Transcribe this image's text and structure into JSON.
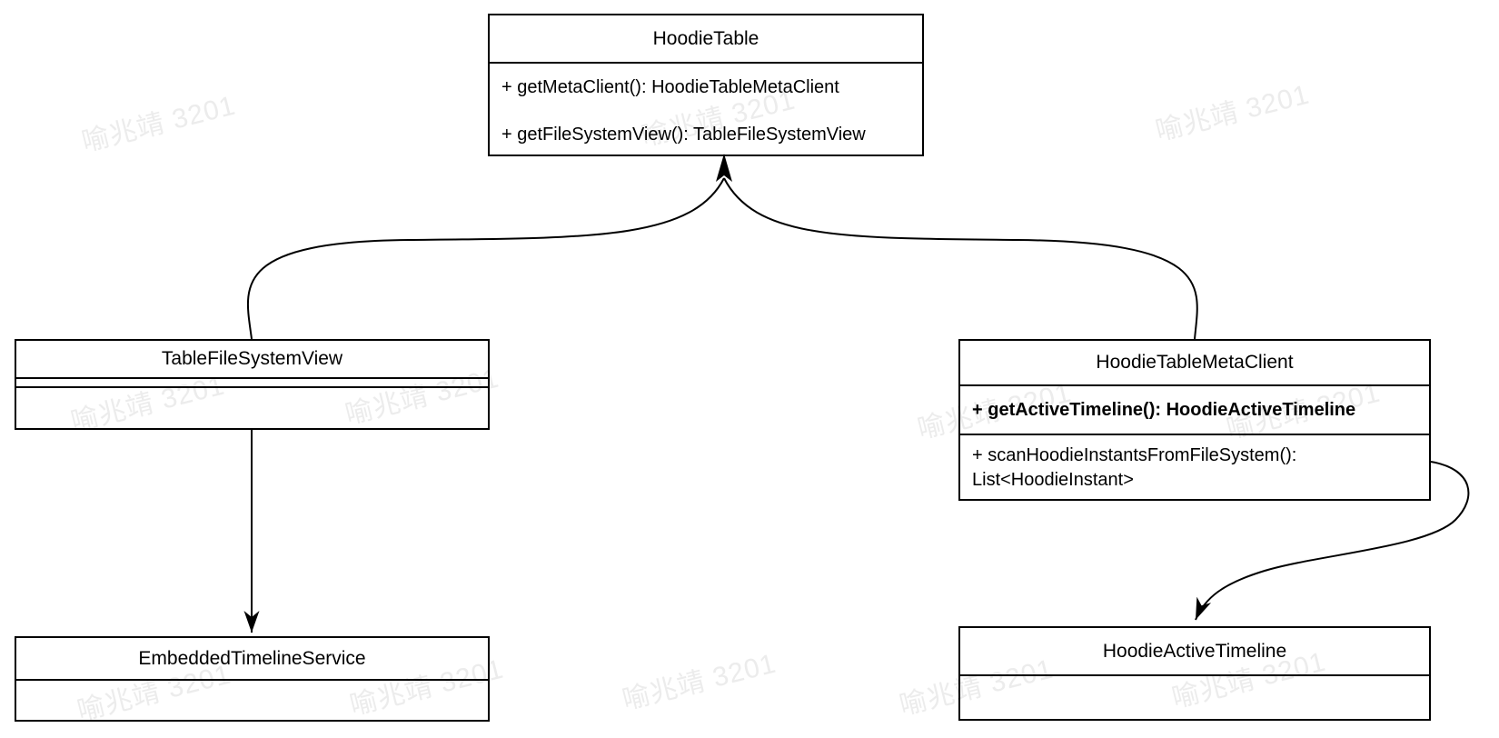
{
  "diagram_type": "UML class diagram",
  "background_color": "#ffffff",
  "line_color": "#000000",
  "watermark": {
    "text": "喻兆靖 3201",
    "color": "#ececec"
  },
  "classes": {
    "hoodie_table": {
      "title": "HoodieTable",
      "methods": [
        "+ getMetaClient(): HoodieTableMetaClient",
        "+ getFileSystemView(): TableFileSystemView"
      ]
    },
    "table_file_system_view": {
      "title": "TableFileSystemView",
      "methods": []
    },
    "hoodie_table_meta_client": {
      "title": "HoodieTableMetaClient",
      "methods": [
        "+ getActiveTimeline(): HoodieActiveTimeline",
        "+ scanHoodieInstantsFromFileSystem(): List<HoodieInstant>"
      ]
    },
    "embedded_timeline_service": {
      "title": "EmbeddedTimelineService",
      "methods": []
    },
    "hoodie_active_timeline": {
      "title": "HoodieActiveTimeline",
      "methods": []
    }
  },
  "relations": [
    {
      "from": "TableFileSystemView",
      "to": "HoodieTable",
      "style": "curved",
      "arrowhead_at": "HoodieTable"
    },
    {
      "from": "HoodieTableMetaClient",
      "to": "HoodieTable",
      "style": "curved",
      "arrowhead_at": "HoodieTable"
    },
    {
      "from": "TableFileSystemView",
      "to": "EmbeddedTimelineService",
      "style": "straight",
      "arrowhead_at": "EmbeddedTimelineService"
    },
    {
      "from": "HoodieTableMetaClient",
      "to": "HoodieActiveTimeline",
      "style": "s-curve",
      "arrowhead_at": "HoodieActiveTimeline"
    }
  ]
}
